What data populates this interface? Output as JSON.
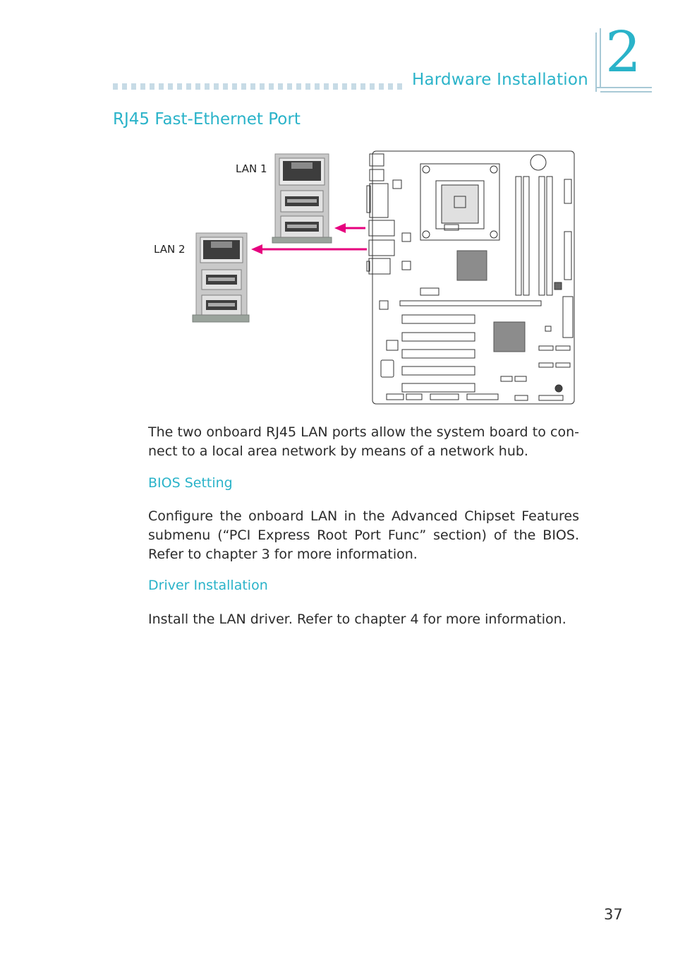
{
  "header": {
    "section_title": "Hardware Installation",
    "chapter_number": "2"
  },
  "page": {
    "heading": "RJ45 Fast-Ethernet Port",
    "figure": {
      "lan1_label": "LAN 1",
      "lan2_label": "LAN 2",
      "arrow_color": "#e6007e"
    },
    "intro": "The two onboard RJ45 LAN ports allow the system board to con-nect to a local area network by means of a network hub.",
    "bios": {
      "title": "BIOS Setting",
      "text": "Configure the onboard LAN in the Advanced Chipset Features submenu (“PCI Express Root Port Func” section) of the BIOS. Refer to chapter 3 for more information."
    },
    "driver": {
      "title": "Driver Installation",
      "text": "Install the LAN driver. Refer to chapter 4 for more information."
    },
    "page_number": "37"
  },
  "colors": {
    "accent": "#2ab3c9",
    "body_text": "#2b2b2b"
  }
}
